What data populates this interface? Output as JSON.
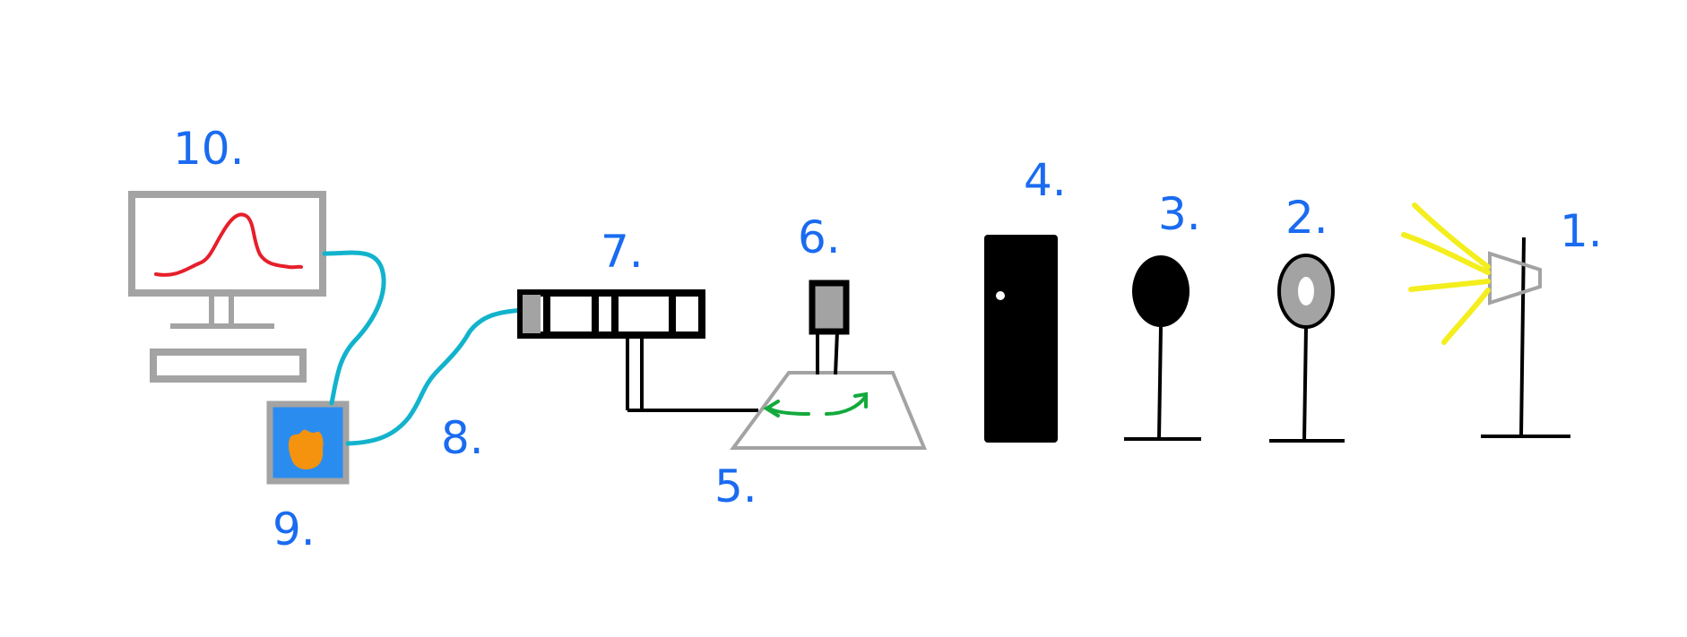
{
  "colors": {
    "label": "#1a6bf0",
    "gray": "#a3a3a3",
    "black": "#000000",
    "cable": "#12b3cc",
    "signal": "#e61f2a",
    "arrow": "#12aa3c",
    "light": "#f4ee1e",
    "camera_body": "#2b8cf0",
    "camera_sensor": "#f5930f"
  },
  "labels": {
    "n1": "1.",
    "n2": "2.",
    "n3": "3.",
    "n4": "4.",
    "n5": "5.",
    "n6": "6.",
    "n7": "7.",
    "n8": "8.",
    "n9": "9.",
    "n10": "10."
  },
  "icons": {
    "light_source": "lamp-icon",
    "ring_aperture": "ring-aperture-icon",
    "solid_disc": "opaque-disc-icon",
    "slit_screen": "slit-screen-icon",
    "rotation_stage": "rotation-stage-icon",
    "sample": "sample-holder-icon",
    "detector_tube": "detector-tube-icon",
    "cable": "cable-icon",
    "camera": "camera-icon",
    "computer": "computer-monitor-icon"
  }
}
